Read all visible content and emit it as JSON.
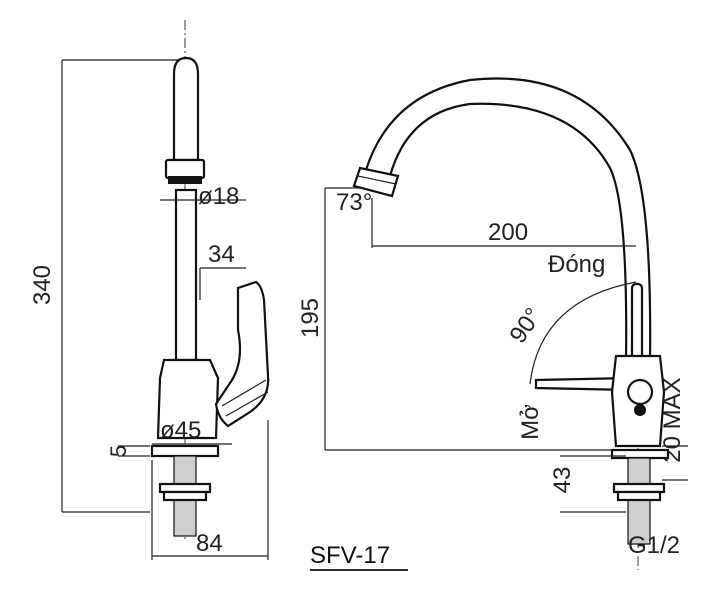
{
  "model": "SFV-17",
  "side_view": {
    "height_total": "340",
    "spout_diameter": "ø18",
    "handle_width": "34",
    "body_diameter": "ø45",
    "base_thickness": "5",
    "base_width": "84"
  },
  "front_view": {
    "aerator_angle": "73°",
    "spout_reach": "200",
    "spout_height": "195",
    "handle_closed_label": "Đóng",
    "handle_open_label": "Mở",
    "handle_angle": "90°",
    "mount_thickness": "20 MAX",
    "shank_length": "43",
    "thread": "G1/2"
  }
}
